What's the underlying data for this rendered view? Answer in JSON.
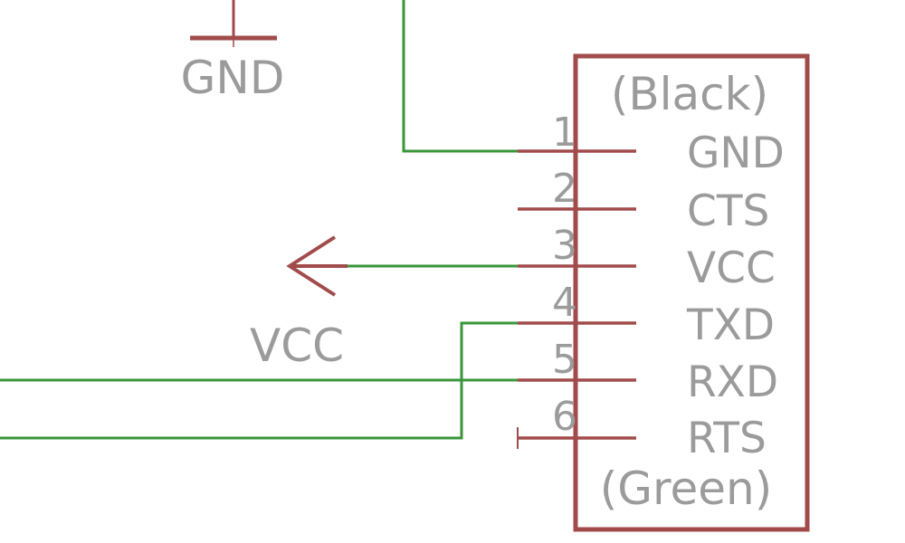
{
  "colors": {
    "background": "#ffffff",
    "symbol": "#a24b4b",
    "wire": "#3a963a",
    "text": "#9b9b9b"
  },
  "gnd_symbol": {
    "label": "GND",
    "icon": "ground-symbol-icon"
  },
  "vcc_symbol": {
    "label": "VCC",
    "icon": "supply-arrow-icon"
  },
  "connector": {
    "top_label": "(Black)",
    "bottom_label": "(Green)",
    "pins": [
      {
        "number": "1",
        "name": "GND"
      },
      {
        "number": "2",
        "name": "CTS"
      },
      {
        "number": "3",
        "name": "VCC"
      },
      {
        "number": "4",
        "name": "TXD"
      },
      {
        "number": "5",
        "name": "RXD"
      },
      {
        "number": "6",
        "name": "RTS"
      }
    ]
  }
}
